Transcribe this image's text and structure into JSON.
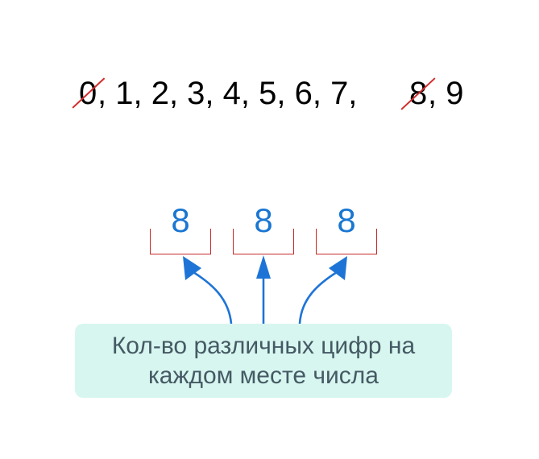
{
  "digits": [
    {
      "text": "0",
      "crossed": true
    },
    {
      "text": ", 1, 2, 3, 4, 5, 6, 7, ",
      "crossed": false
    },
    {
      "text": "8",
      "crossed": true
    },
    {
      "text": ", 9",
      "crossed": false
    }
  ],
  "positions": [
    {
      "value": "8"
    },
    {
      "value": "8"
    },
    {
      "value": "8"
    }
  ],
  "caption": {
    "line1": "Кол-во различных цифр на",
    "line2": "каждом месте числа"
  },
  "colors": {
    "digit_text": "#000000",
    "strike": "#d22c2c",
    "count_value": "#1976d2",
    "bracket": "#c62828",
    "arrow": "#1e74d6",
    "caption_bg": "#d8f6f0",
    "caption_text": "#455a64"
  }
}
